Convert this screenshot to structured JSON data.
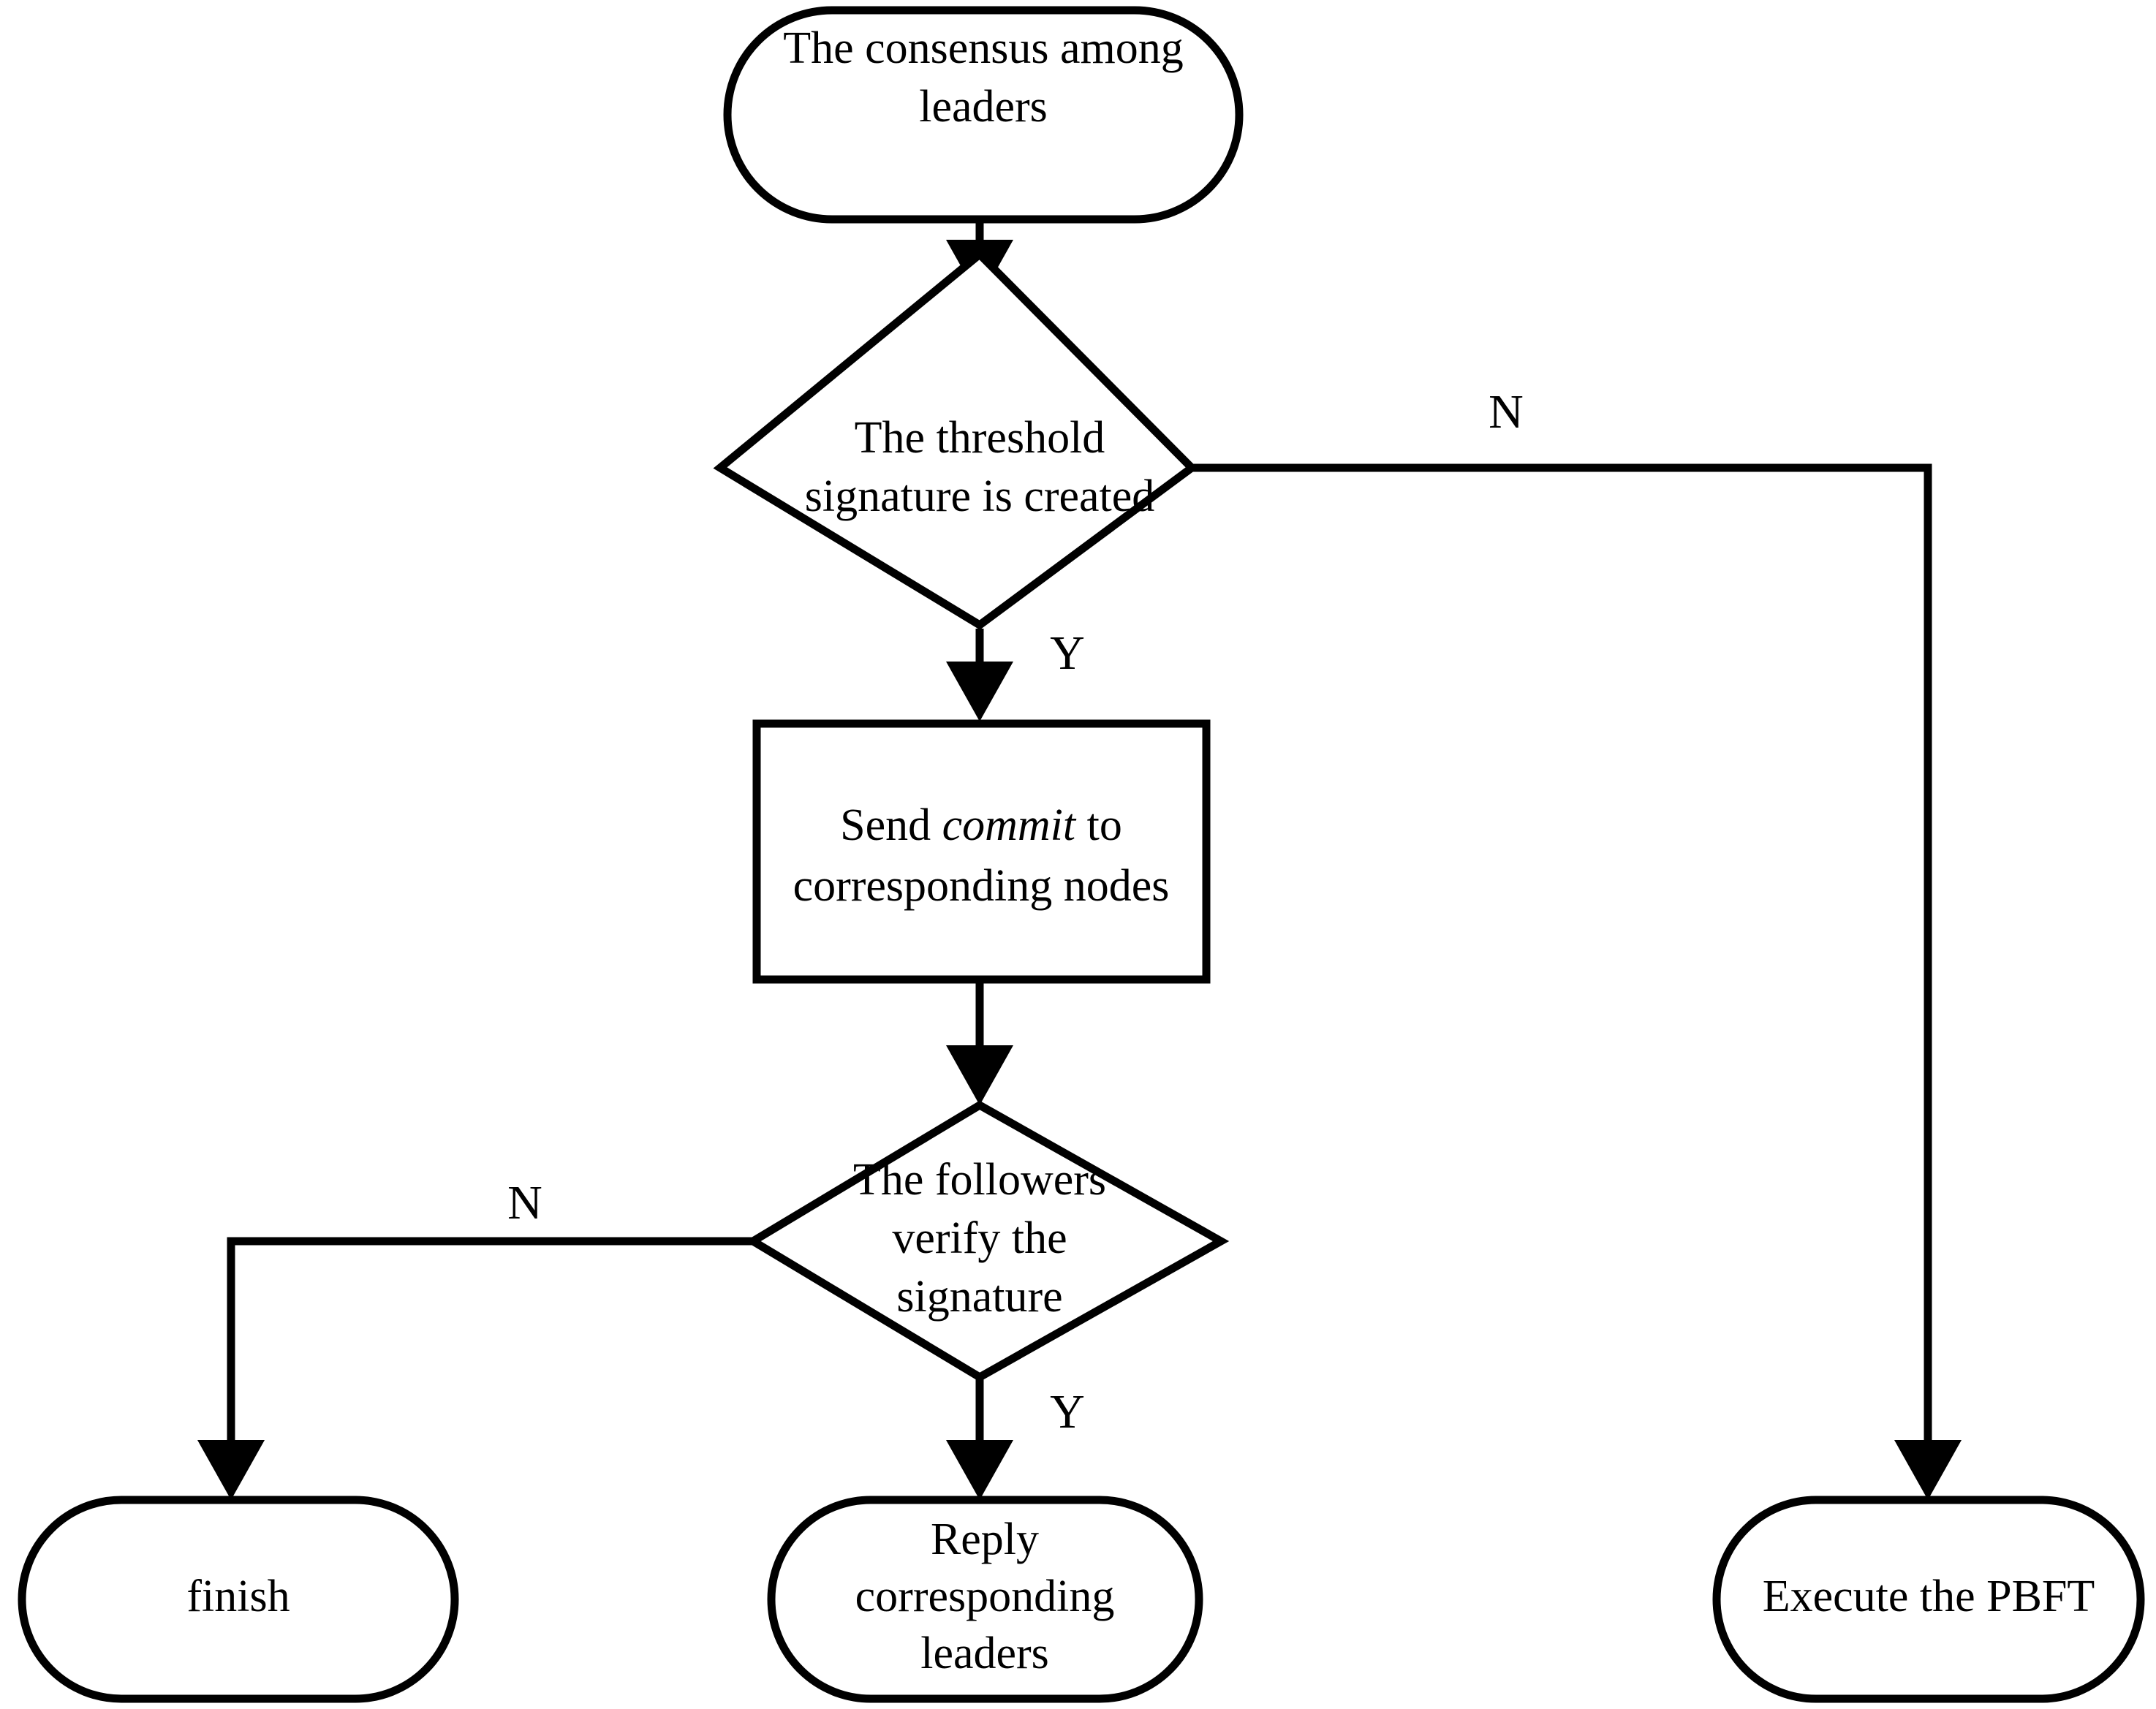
{
  "diagram": {
    "title": "The consensus among leaders flowchart",
    "background_color": "#ffffff",
    "line_color": "#000000",
    "nodes": {
      "start": {
        "id": "start",
        "shape": "stadium",
        "lines": [
          "The consensus among",
          "leaders"
        ]
      },
      "decision_threshold": {
        "id": "decision_threshold",
        "shape": "diamond",
        "lines": [
          "The threshold",
          "signature is created"
        ]
      },
      "send_commit": {
        "id": "send_commit",
        "shape": "rectangle",
        "line1_prefix": "Send ",
        "line1_italic": "commit",
        "line1_suffix": "  to",
        "line2": "corresponding nodes"
      },
      "decision_verify": {
        "id": "decision_verify",
        "shape": "diamond",
        "lines": [
          "The followers",
          "verify the",
          "signature"
        ]
      },
      "finish": {
        "id": "finish",
        "shape": "stadium",
        "lines": [
          "finish"
        ]
      },
      "reply_leaders": {
        "id": "reply_leaders",
        "shape": "stadium",
        "lines": [
          "Reply",
          "corresponding",
          "leaders"
        ]
      },
      "execute_pbft": {
        "id": "execute_pbft",
        "shape": "stadium",
        "lines": [
          "Execute the PBFT"
        ]
      }
    },
    "edge_labels": {
      "threshold_no": "N",
      "threshold_yes": "Y",
      "verify_no": "N",
      "verify_yes": "Y"
    },
    "edges": [
      {
        "from": "start",
        "to": "decision_threshold",
        "label": ""
      },
      {
        "from": "decision_threshold",
        "to": "execute_pbft",
        "label": "N"
      },
      {
        "from": "decision_threshold",
        "to": "send_commit",
        "label": "Y"
      },
      {
        "from": "send_commit",
        "to": "decision_verify",
        "label": ""
      },
      {
        "from": "decision_verify",
        "to": "finish",
        "label": "N"
      },
      {
        "from": "decision_verify",
        "to": "reply_leaders",
        "label": "Y"
      }
    ]
  }
}
